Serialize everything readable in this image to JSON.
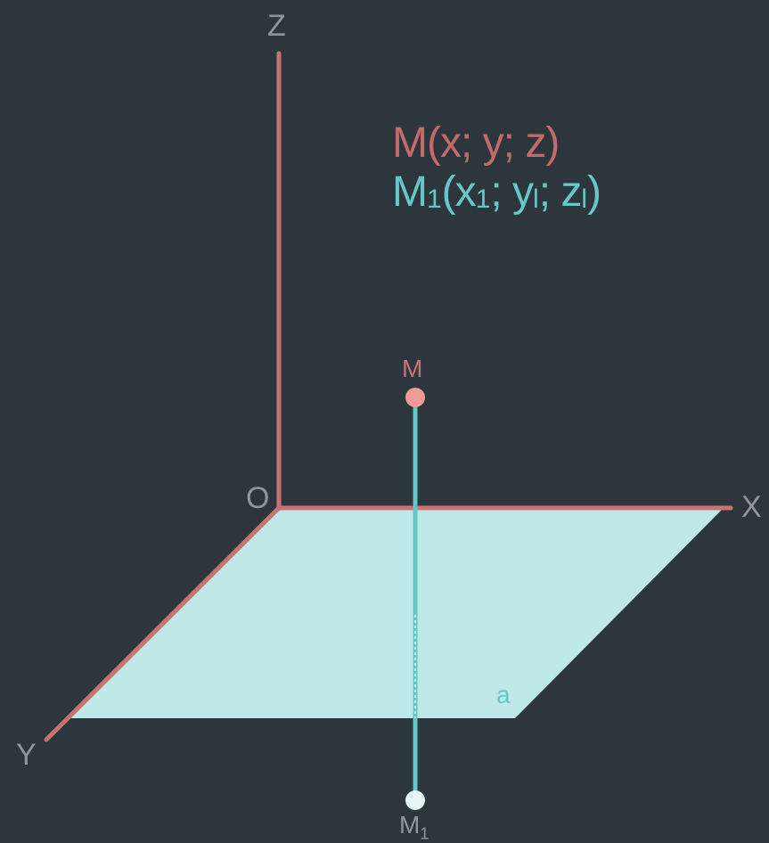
{
  "colors": {
    "background": "#2e363d",
    "axis": "#c87373",
    "plane": "#bfe9e8",
    "segment": "#66c8c6",
    "point_m": "#f09a9a",
    "point_m1": "#e6f6f6",
    "label_gray": "#8f969b",
    "formula_m": "#c56a6a",
    "formula_m1": "#66c8c6"
  },
  "axes": {
    "z": "Z",
    "x": "X",
    "y": "Y",
    "origin": "O"
  },
  "points": {
    "m": "M",
    "m1_base": "M",
    "m1_sub": "1"
  },
  "plane_label": "a",
  "formulas": {
    "m": "M(x; y; z)",
    "m1_parts": [
      "M",
      "1",
      "(x",
      "1",
      "; y",
      "l",
      "; z",
      "l",
      ")"
    ]
  }
}
